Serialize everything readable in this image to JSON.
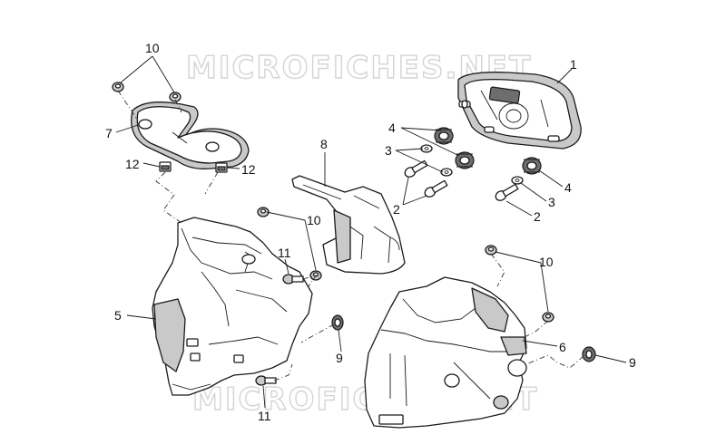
{
  "watermarks": [
    "MICROFICHES.NET",
    "MICROFICHES.NET"
  ],
  "callouts": {
    "c1": "1",
    "c2a": "2",
    "c2b": "2",
    "c3a": "3",
    "c3b": "3",
    "c4a": "4",
    "c4b": "4",
    "c5": "5",
    "c6": "6",
    "c7": "7",
    "c8": "8",
    "c9a": "9",
    "c9b": "9",
    "c10a": "10",
    "c10b": "10",
    "c10c": "10",
    "c11a": "11",
    "c11b": "11",
    "c12a": "12",
    "c12b": "12"
  }
}
